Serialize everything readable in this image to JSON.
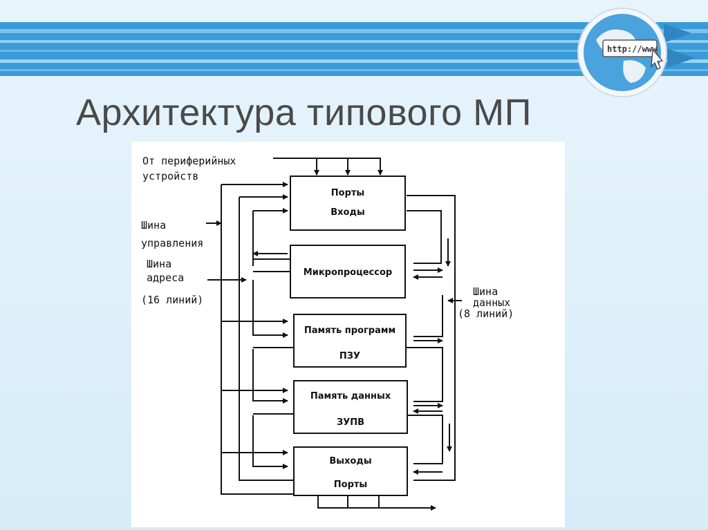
{
  "slide": {
    "title": "Архитектура типового МП",
    "globe_label": "http://www"
  },
  "diagram": {
    "blocks": [
      {
        "line1": "Порты",
        "line2": "Входы"
      },
      {
        "line1": "Микропроцессор",
        "line2": ""
      },
      {
        "line1": "Память программ",
        "line2": "ПЗУ"
      },
      {
        "line1": "Память данных",
        "line2": "ЗУПВ"
      },
      {
        "line1": "Выходы",
        "line2": "Порты"
      }
    ],
    "labels": {
      "periph_1": "От периферийных",
      "periph_2": "устройств",
      "ctrl_1": "Шина",
      "ctrl_2": "управления",
      "addr_1": "Шина",
      "addr_2": "адреса",
      "addr_3": "(16 линий)",
      "data_1": "Шина",
      "data_2": "данных",
      "data_3": "(8 линий)"
    }
  },
  "colors": {
    "banner": "#3a9bd8",
    "title": "#4a4a4a",
    "line": "#111111"
  }
}
